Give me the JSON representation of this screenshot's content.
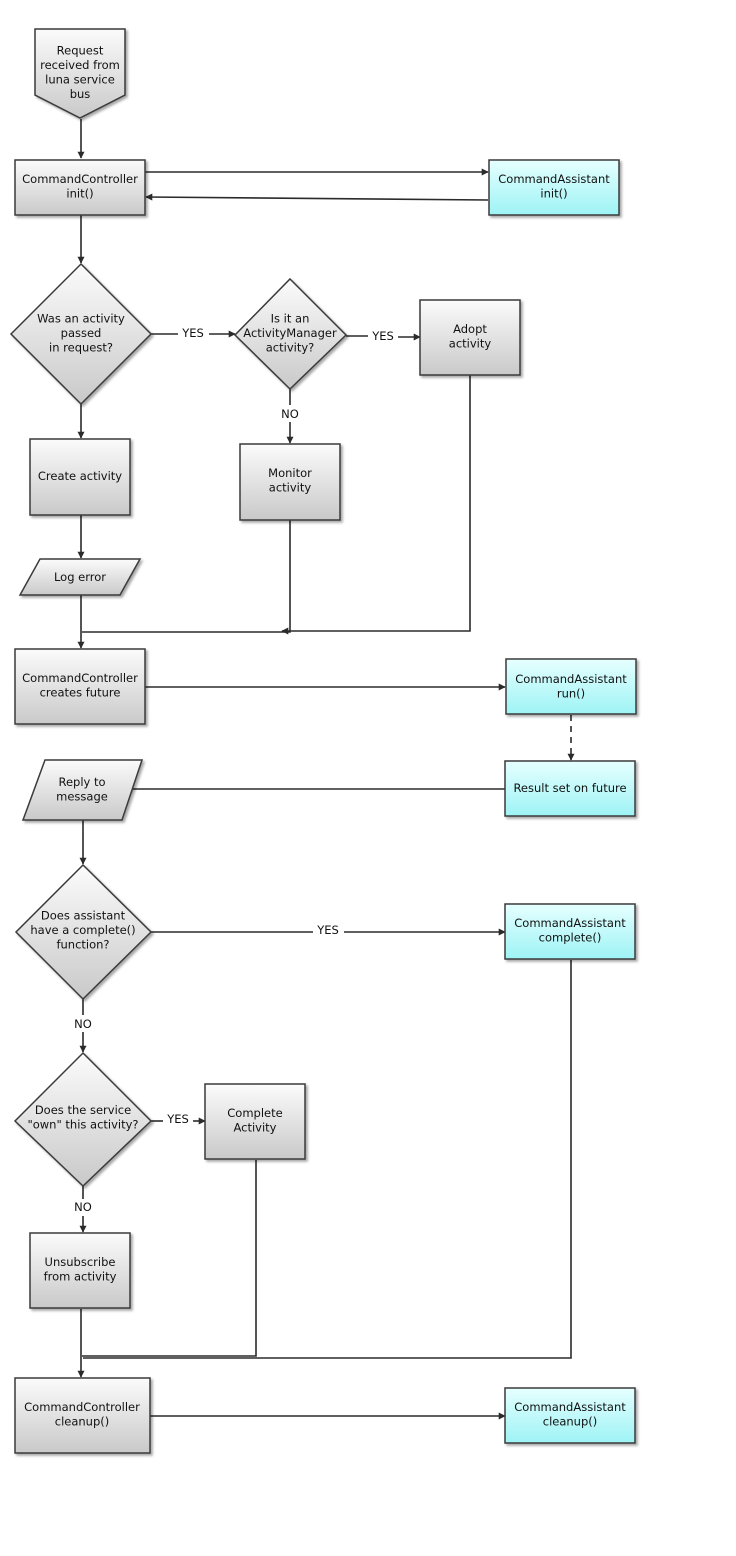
{
  "nodes": {
    "start": [
      "Request",
      "received from",
      "luna service",
      "bus"
    ],
    "cc_init": [
      "CommandController",
      "init()"
    ],
    "ca_init": [
      "CommandAssistant",
      "init()"
    ],
    "d_activity_passed": [
      "Was an activity",
      "passed",
      "in request?"
    ],
    "d_activitymanager": [
      "Is it an",
      "ActivityManager",
      "activity?"
    ],
    "adopt": [
      "Adopt",
      "activity"
    ],
    "create_activity": [
      "Create activity"
    ],
    "monitor": [
      "Monitor",
      "activity"
    ],
    "log_error": [
      "Log error"
    ],
    "cc_future": [
      "CommandController",
      "creates future"
    ],
    "ca_run": [
      "CommandAssistant",
      "run()"
    ],
    "reply": [
      "Reply to",
      "message"
    ],
    "result_set": [
      "Result set on future"
    ],
    "d_complete_fn": [
      "Does assistant",
      "have a complete()",
      "function?"
    ],
    "ca_complete": [
      "CommandAssistant",
      "complete()"
    ],
    "d_own": [
      "Does the service",
      "\"own\" this activity?"
    ],
    "complete_activity": [
      "Complete",
      "Activity"
    ],
    "unsubscribe": [
      "Unsubscribe",
      "from activity"
    ],
    "cc_cleanup": [
      "CommandController",
      "cleanup()"
    ],
    "ca_cleanup": [
      "CommandAssistant",
      "cleanup()"
    ]
  },
  "edges": {
    "yes_1": "YES",
    "yes_2": "YES",
    "no_1": "NO",
    "yes_3": "YES",
    "no_2": "NO",
    "yes_4": "YES",
    "no_3": "NO"
  },
  "colors": {
    "process_fill_top": "#fbfbfb",
    "process_fill_bottom": "#c9c9c9",
    "assistant_fill_top": "#e6ffff",
    "assistant_fill_bottom": "#9ef3f5",
    "stroke": "#3a3a3a"
  }
}
